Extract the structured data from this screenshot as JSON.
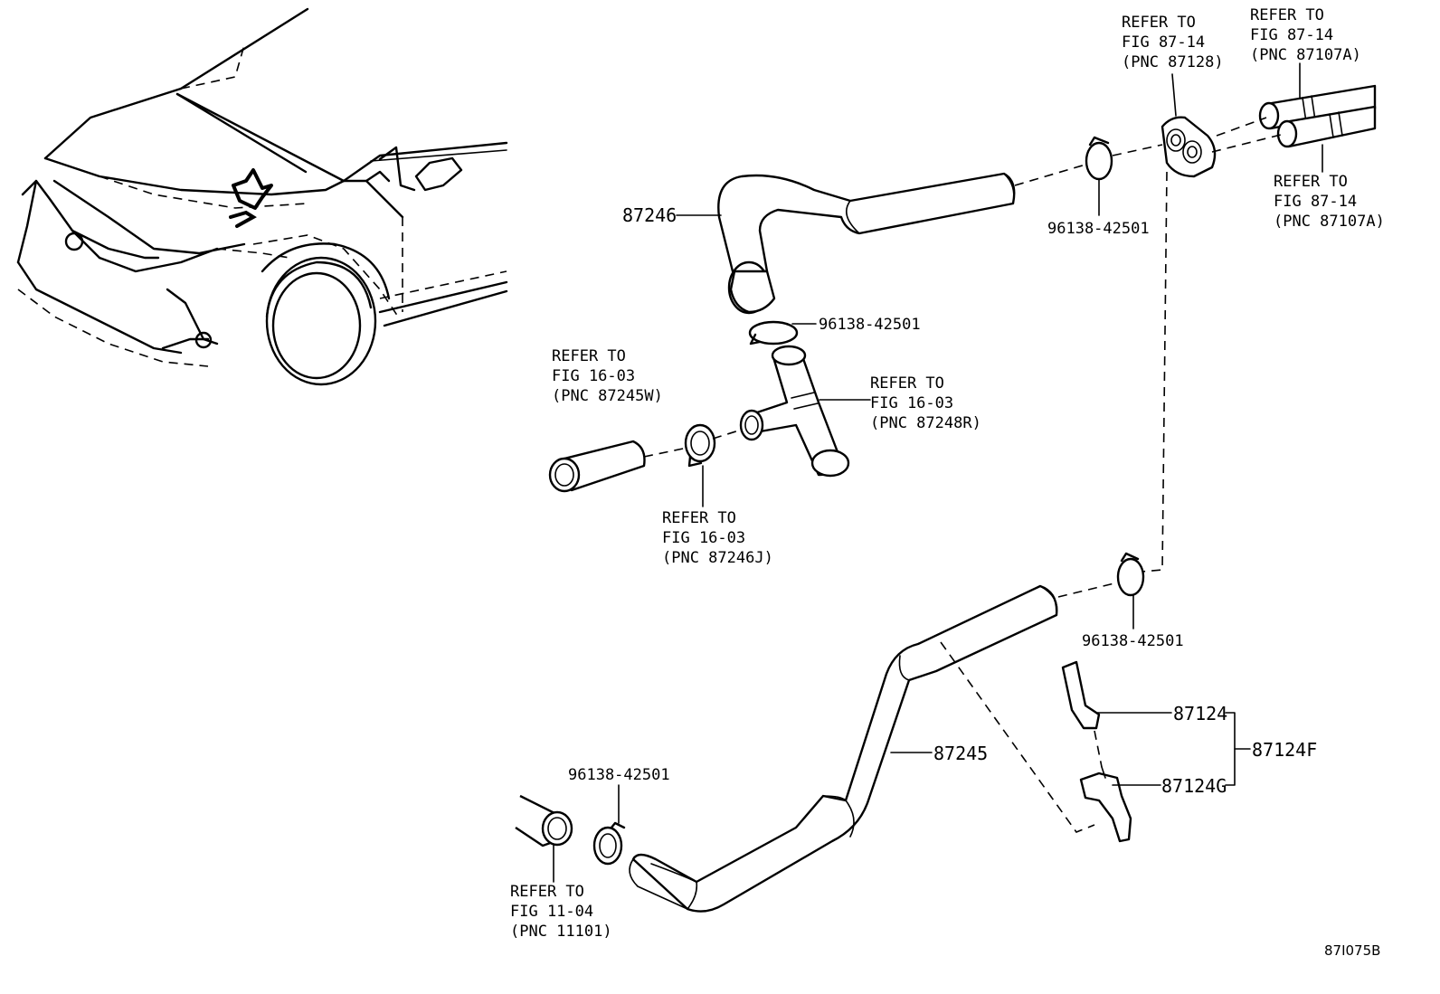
{
  "parts": {
    "hose_upper": "87246",
    "hose_lower": "87245",
    "clamp_upper_right": "96138-42501",
    "clamp_middle": "96138-42501",
    "clamp_lower_right": "96138-42501",
    "clamp_lower_left": "96138-42501",
    "clip_upper": "87124",
    "clip_lower": "87124G",
    "clip_assembly": "87124F"
  },
  "refs": {
    "grommet": [
      "REFER TO",
      "FIG 87-14",
      "(PNC 87128)"
    ],
    "pipe_upper": [
      "REFER TO",
      "FIG 87-14",
      "(PNC 87107A)"
    ],
    "pipe_lower": [
      "REFER TO",
      "FIG 87-14",
      "(PNC 87107A)"
    ],
    "hose_left": [
      "REFER TO",
      "FIG 16-03",
      "(PNC 87245W)"
    ],
    "tee_joint": [
      "REFER TO",
      "FIG 16-03",
      "(PNC 87248R)"
    ],
    "clamp_left": [
      "REFER TO",
      "FIG 16-03",
      "(PNC 87246J)"
    ],
    "engine_pipe": [
      "REFER TO",
      "FIG 11-04",
      "(PNC 11101)"
    ]
  },
  "figure_code": "87I075B"
}
